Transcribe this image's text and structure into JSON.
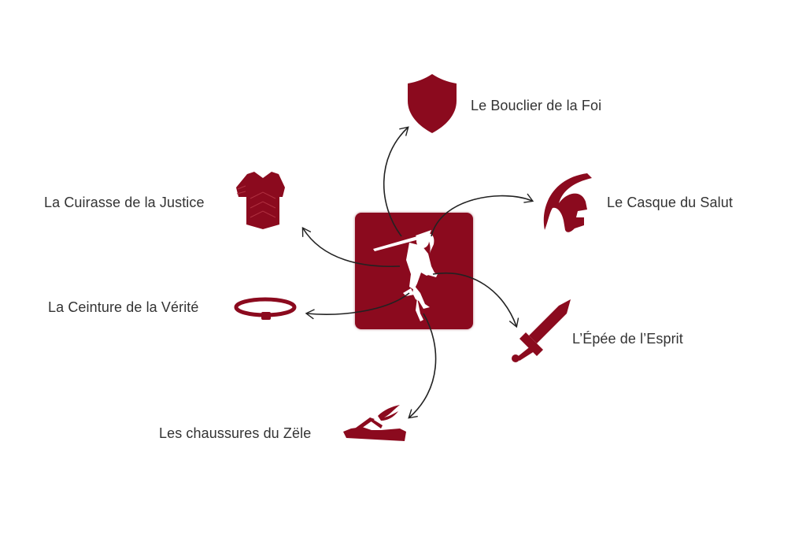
{
  "colors": {
    "accent": "#8B0A1E",
    "arrow": "#222222",
    "label_text": "#333333",
    "background": "#FFFFFF",
    "figure": "#FFFFFF"
  },
  "center": {
    "icon": "warrior-silhouette-icon"
  },
  "items": [
    {
      "id": "shield",
      "label": "Le Bouclier de la Foi",
      "icon": "shield-icon"
    },
    {
      "id": "breastplate",
      "label": "La Cuirasse de la Justice",
      "icon": "breastplate-icon"
    },
    {
      "id": "helmet",
      "label": "Le Casque du Salut",
      "icon": "helmet-icon"
    },
    {
      "id": "belt",
      "label": "La Ceinture de la Vérité",
      "icon": "belt-icon"
    },
    {
      "id": "sword",
      "label": "L’Épée de l’Esprit",
      "icon": "sword-icon"
    },
    {
      "id": "shoes",
      "label": "Les chaussures du Zële",
      "icon": "winged-sandal-icon"
    }
  ]
}
